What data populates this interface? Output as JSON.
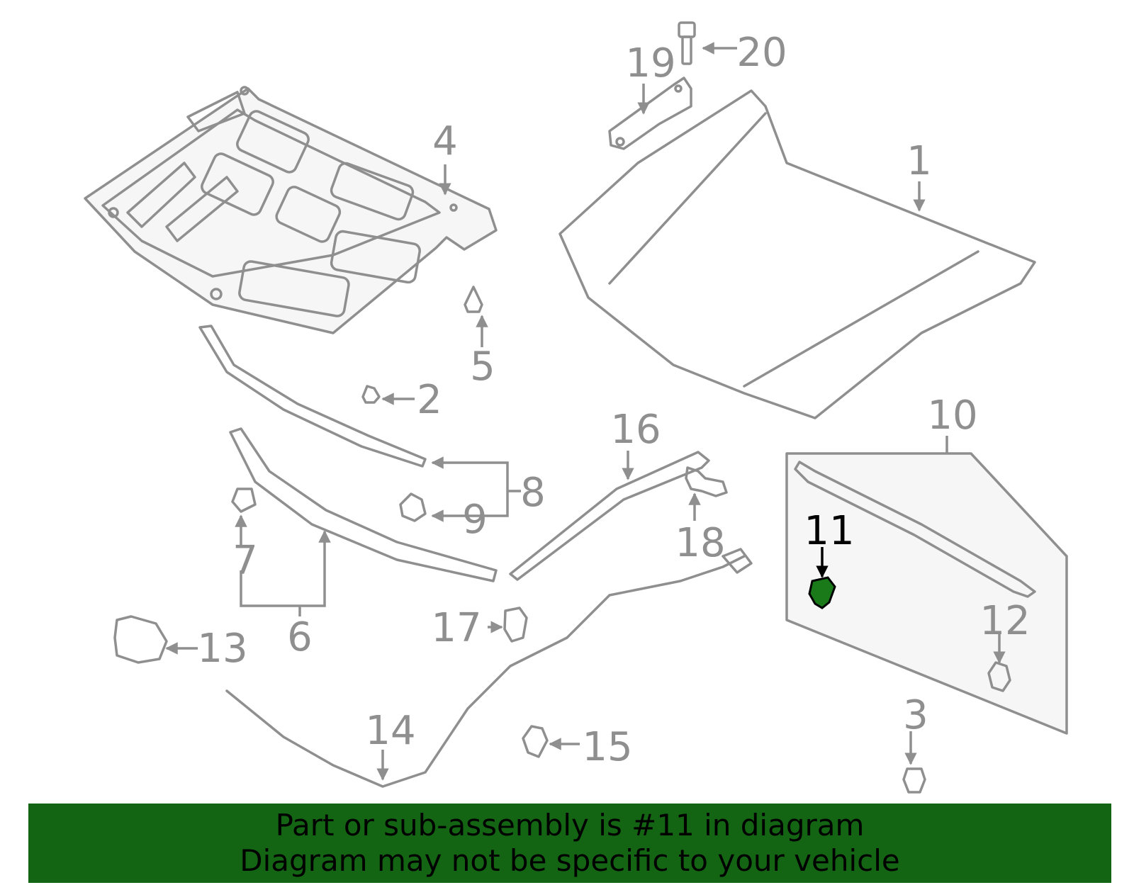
{
  "callouts": {
    "c1": "1",
    "c2": "2",
    "c3": "3",
    "c4": "4",
    "c5": "5",
    "c6": "6",
    "c7": "7",
    "c8": "8",
    "c9": "9",
    "c10": "10",
    "c11": "11",
    "c12": "12",
    "c13": "13",
    "c14": "14",
    "c15": "15",
    "c16": "16",
    "c17": "17",
    "c18": "18",
    "c19": "19",
    "c20": "20"
  },
  "highlighted_part": "11",
  "footer": {
    "line1": "Part or sub-assembly is #11 in diagram",
    "line2": "Diagram may not be specific to your vehicle"
  },
  "colors": {
    "footer_background": "#136513",
    "highlight_part": "#1a7a1a",
    "line_art": "#8f8f8f"
  }
}
